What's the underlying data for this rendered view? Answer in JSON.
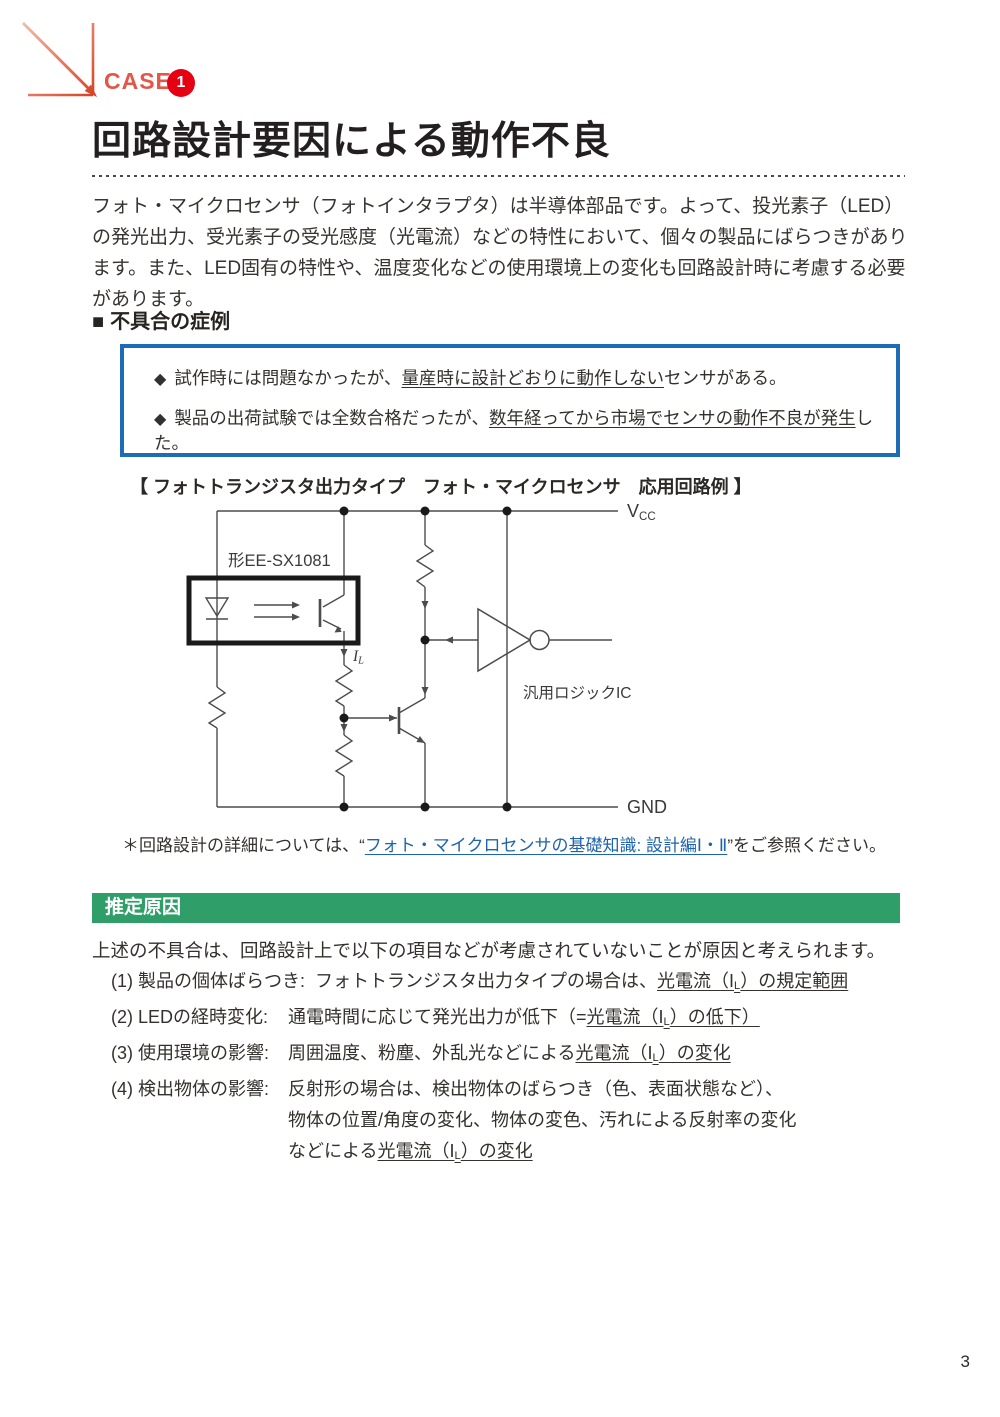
{
  "case_header": {
    "case_label": "CASE",
    "case_number": "1",
    "title": "回路設計要因による動作不良"
  },
  "intro": {
    "text": "フォト・マイクロセンサ（フォトインタラプタ）は半導体部品です。よって、投光素子（LED）の発光出力、受光素子の受光感度（光電流）などの特性において、個々の製品にばらつきがあります。また、LED固有の特性や、温度変化などの使用環境上の変化も回路設計時に考慮する必要があります。"
  },
  "symptoms": {
    "marker": "■",
    "heading": "不具合の症例",
    "bullet_icon": "◆",
    "items": [
      {
        "parts": [
          {
            "t": "試作時には問題なかったが、"
          },
          {
            "t": "量産時に設計どおりに動作しない",
            "u": true
          },
          {
            "t": "センサがある。"
          }
        ]
      },
      {
        "parts": [
          {
            "t": "製品の出荷試験では全数合格だったが、"
          },
          {
            "t": "数年経ってから市場でセンサの動作不良が発生",
            "u": true
          },
          {
            "t": "した。"
          }
        ]
      }
    ]
  },
  "figure": {
    "caption": "【 フォトトランジスタ出力タイプ　フォト・マイクロセンサ　応用回路例 】",
    "labels": {
      "model": "形EE-SX1081",
      "vcc_main": "V",
      "vcc_sub": "CC",
      "gnd": "GND",
      "il_main": "I",
      "il_sub": "L",
      "logic_ic": "汎用ロジックIC"
    }
  },
  "footnote": {
    "parts": [
      {
        "t": "＊回路設計の詳細については、“"
      },
      {
        "t": "フォト・マイクロセンサの基礎知識: 設計編Ⅰ・Ⅱ",
        "link": true
      },
      {
        "t": "”をご参照ください。"
      }
    ]
  },
  "cause": {
    "heading": "推定原因",
    "intro": "上述の不具合は、回路設計上で以下の項目などが考慮されていないことが原因と考えられます。",
    "items": [
      {
        "head": "(1) 製品の個体ばらつき:",
        "desc": [
          {
            "t": "フォトトランジスタ出力タイプの場合は、"
          },
          {
            "t": "光電流（I",
            "u": true
          },
          {
            "t": "L",
            "u": true,
            "sub": true
          },
          {
            "t": "）の規定範囲",
            "u": true
          }
        ]
      },
      {
        "head": "(2) LEDの経時変化:",
        "desc": [
          {
            "t": "通電時間に応じて発光出力が低下（="
          },
          {
            "t": "光電流（I",
            "u": true
          },
          {
            "t": "L",
            "u": true,
            "sub": true
          },
          {
            "t": "）の低下）",
            "u": true
          }
        ]
      },
      {
        "head": "(3) 使用環境の影響:",
        "desc": [
          {
            "t": "周囲温度、粉塵、外乱光などによる"
          },
          {
            "t": "光電流（I",
            "u": true
          },
          {
            "t": "L",
            "u": true,
            "sub": true
          },
          {
            "t": "）の変化",
            "u": true
          }
        ]
      },
      {
        "head": "(4) 検出物体の影響:",
        "desc": [
          {
            "t": "反射形の場合は、検出物体のばらつき（色、表面状態など）、"
          },
          {
            "br": true
          },
          {
            "t": "物体の位置/角度の変化、物体の変色、汚れによる反射率の変化"
          },
          {
            "br": true
          },
          {
            "t": "などによる"
          },
          {
            "t": "光電流（I",
            "u": true
          },
          {
            "t": "L",
            "u": true,
            "sub": true
          },
          {
            "t": "）の変化",
            "u": true
          }
        ]
      }
    ]
  },
  "page": {
    "number": "3"
  },
  "colors": {
    "case_text": "#e4564a",
    "badge_red": "#e50012",
    "symptom_border_blue": "#1d6db6",
    "cause_bar_green": "#2f9e68",
    "link_blue": "#1e63ad"
  }
}
